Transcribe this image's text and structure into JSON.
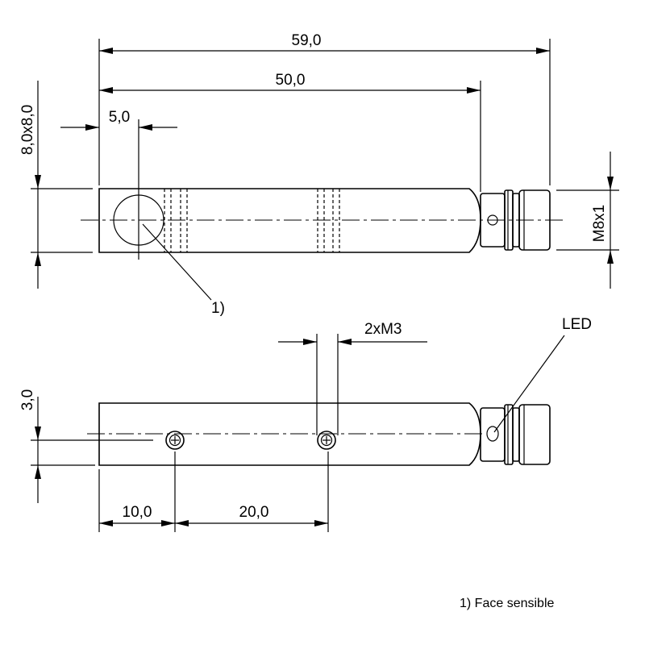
{
  "dimensions": {
    "overall_length": "59,0",
    "body_length": "50,0",
    "sensing_offset": "5,0",
    "cross_section": "8,0x8,0",
    "connector_thread": "M8x1",
    "mount_holes": "2xM3",
    "hole_height": "3,0",
    "hole_offset": "10,0",
    "hole_spacing": "20,0"
  },
  "callouts": {
    "face_marker": "1)",
    "led": "LED"
  },
  "footnote": "1) Face sensible"
}
